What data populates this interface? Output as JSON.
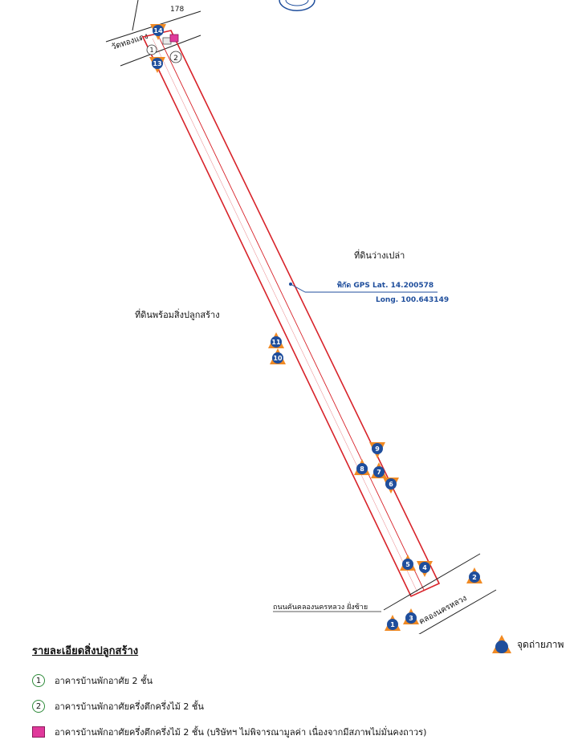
{
  "map": {
    "top_road_number": "178",
    "top_left_road": "วัดทองแดง",
    "vacant_land": "ที่ดินว่างเปล่า",
    "gps_label": "พิกัด GPS Lat. 14.200578",
    "gps_long": "Long. 100.643149",
    "land_with_buildings": "ที่ดินพร้อมสิ่งปลูกสร้าง",
    "bottom_road_label": "ถนนคันคลองนครหลวง ฝั่งซ้าย",
    "canal_label": "คลองนครหลวง",
    "colors": {
      "boundary": "#d8232a",
      "marker": "#1f4e9c",
      "marker_tip": "#f08a24",
      "gps_line": "#1f4e9c"
    },
    "markers": [
      {
        "n": "1"
      },
      {
        "n": "2"
      },
      {
        "n": "3"
      },
      {
        "n": "4"
      },
      {
        "n": "5"
      },
      {
        "n": "6"
      },
      {
        "n": "7"
      },
      {
        "n": "8"
      },
      {
        "n": "9"
      },
      {
        "n": "10"
      },
      {
        "n": "11"
      },
      {
        "n": "13"
      },
      {
        "n": "14"
      }
    ],
    "building_labels": [
      "1",
      "2"
    ]
  },
  "legend": {
    "title": "รายละเอียดสิ่งปลูกสร้าง",
    "items": [
      {
        "symbol": "1",
        "text": "อาคารบ้านพักอาศัย 2 ชั้น"
      },
      {
        "symbol": "2",
        "text": "อาคารบ้านพักอาศัยครึ่งตึกครึ่งไม้ 2 ชั้น"
      },
      {
        "symbol": "",
        "text": "อาคารบ้านพักอาศัยครึ่งตึกครึ่งไม้ 2 ชั้น (บริษัทฯ ไม่พิจารณามูลค่า เนื่องจากมีสภาพไม่มั่นคงถาวร)"
      }
    ],
    "photo_point": "จุดถ่ายภาพ"
  }
}
